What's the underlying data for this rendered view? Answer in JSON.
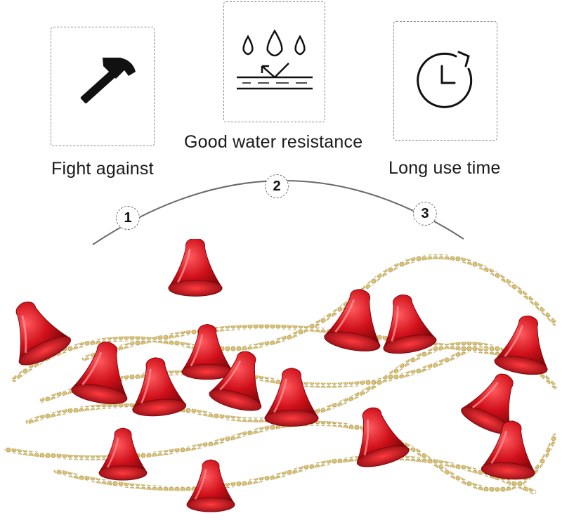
{
  "features": [
    {
      "label": "Fight against",
      "icon": "hammer-icon",
      "step": "1"
    },
    {
      "label": "Good water resistance",
      "icon": "water-resistance-icon",
      "step": "2"
    },
    {
      "label": "Long use time",
      "icon": "clock-icon",
      "step": "3"
    }
  ],
  "colors": {
    "bell": "#d0101a",
    "bell_shadow": "#8e0a10",
    "bead": "#d8c27a",
    "arc": "#6a6a6a",
    "icon": "#111111"
  },
  "product": {
    "subject": "red bell garland with gold bead chain"
  }
}
